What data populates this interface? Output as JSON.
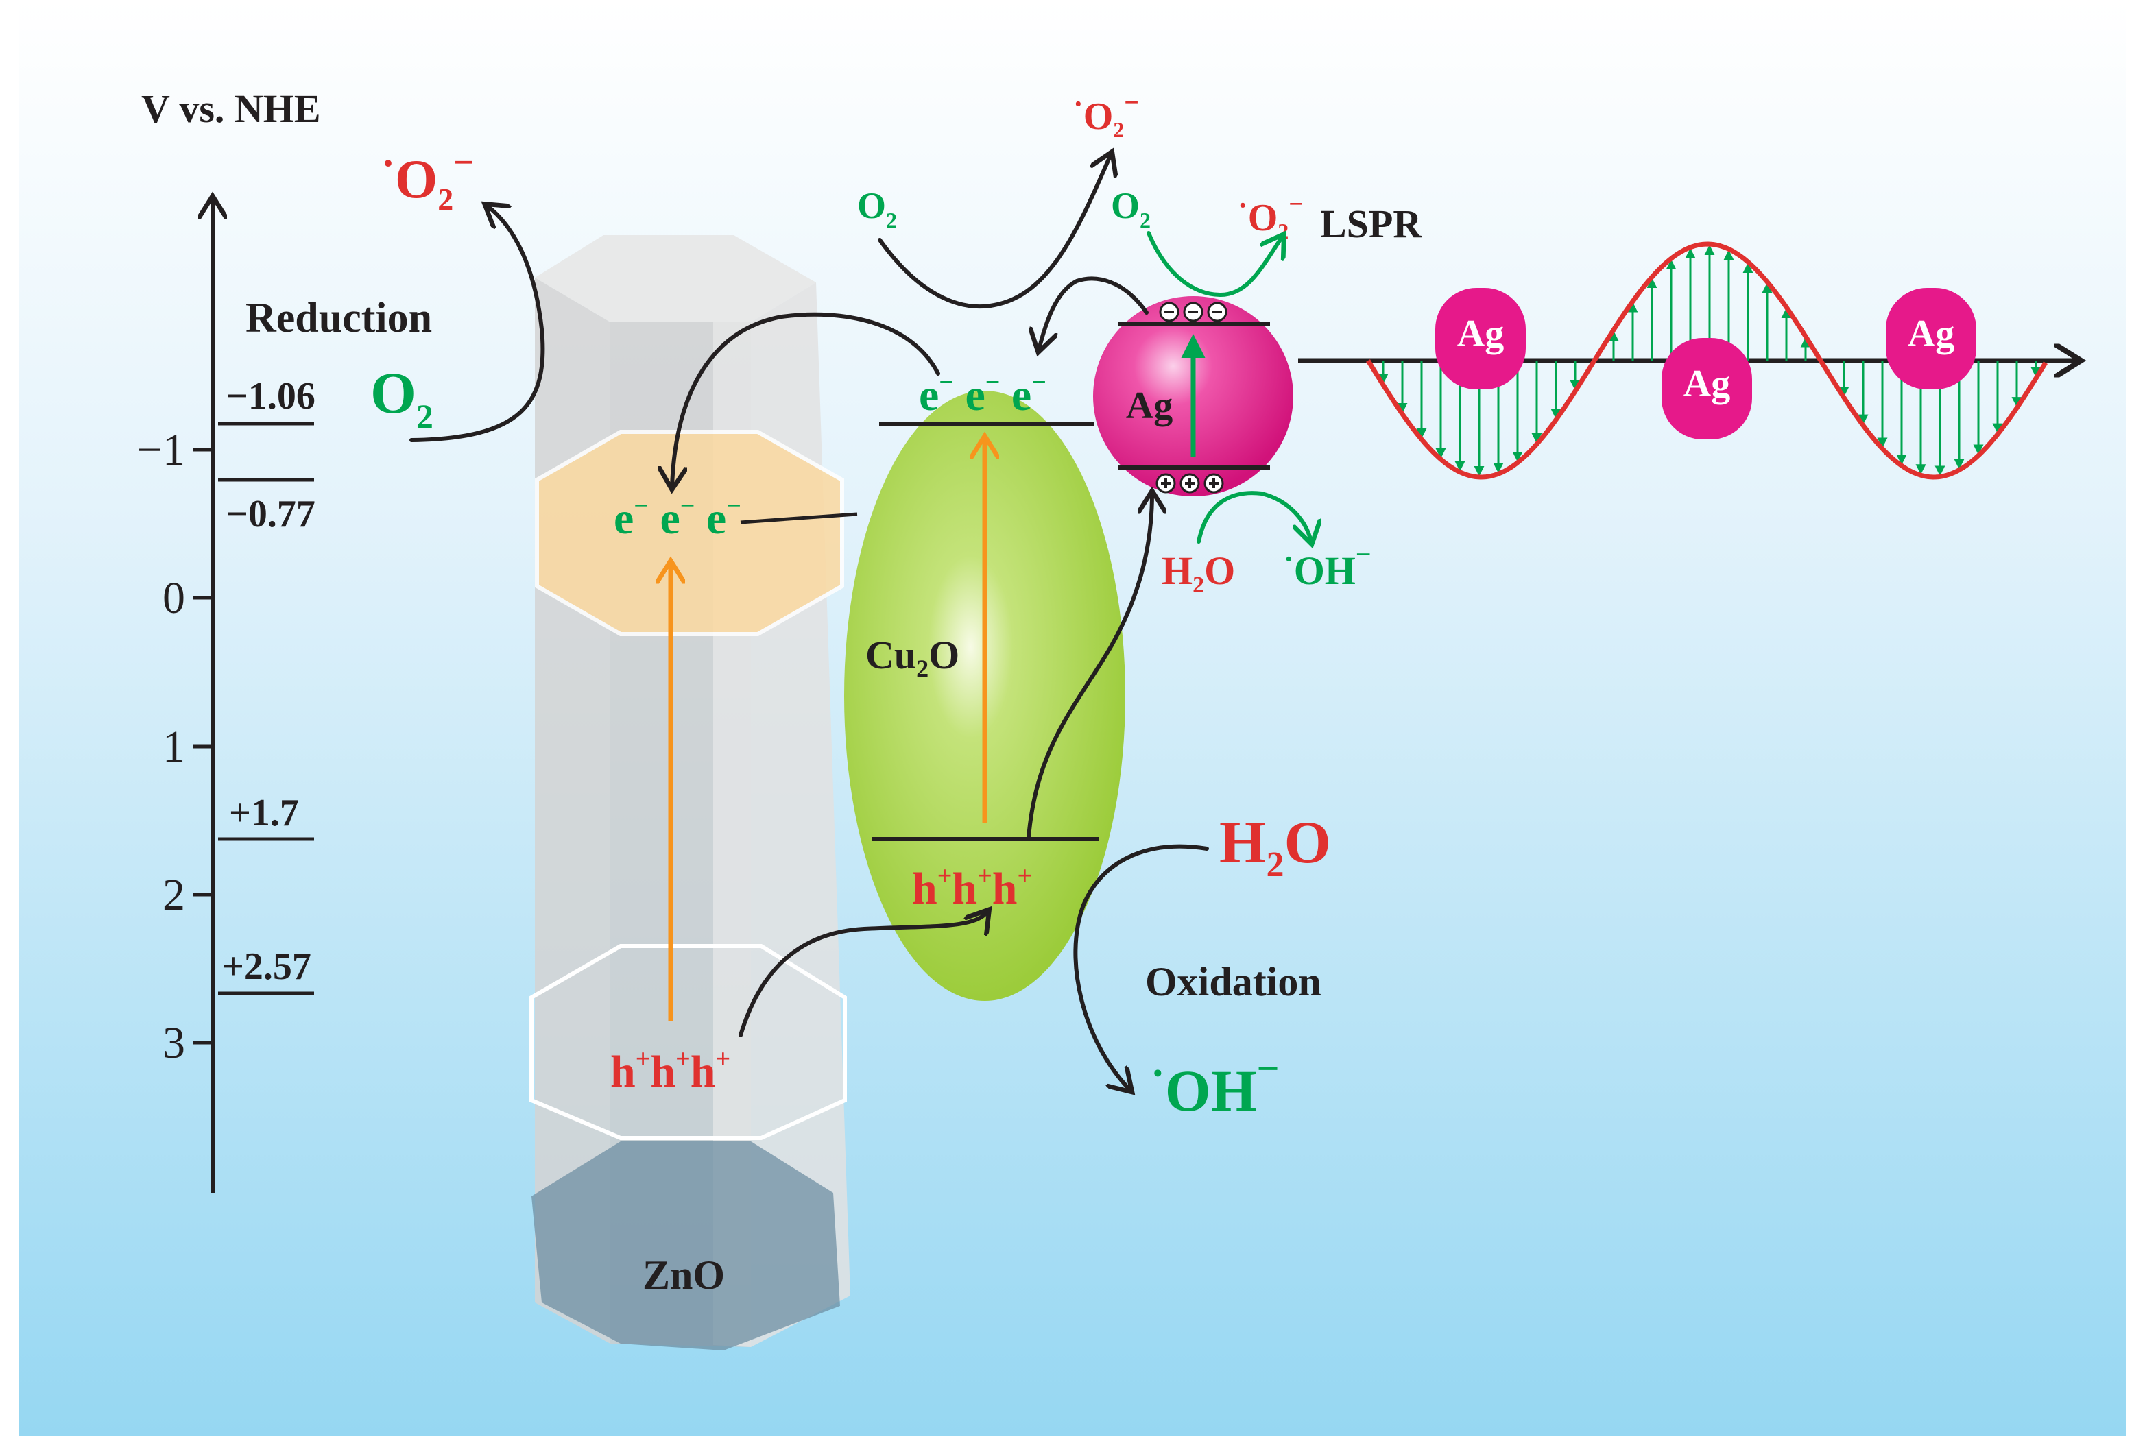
{
  "axis": {
    "title": "V vs. NHE",
    "ticks": [
      "−1",
      "0",
      "1",
      "2",
      "3"
    ],
    "levels": [
      "−1.06",
      "−0.77",
      "+1.7",
      "+2.57"
    ]
  },
  "labels": {
    "reduction": "Reduction",
    "oxidation": "Oxidation",
    "lspr": "LSPR",
    "zno": "ZnO",
    "cu2o_main": "Cu",
    "cu2o_sub": "2",
    "cu2o_tail": "O",
    "ag_particle": "Ag",
    "ag_wave": [
      "Ag",
      "Ag",
      "Ag"
    ]
  },
  "species": {
    "o2_big": {
      "main": "O",
      "sub": "2"
    },
    "o2_radical_big": {
      "dot": "·",
      "main": "O",
      "sub": "2",
      "sup": "−"
    },
    "o2_small_1": {
      "main": "O",
      "sub": "2"
    },
    "o2_small_2": {
      "main": "O",
      "sub": "2"
    },
    "o2_radical_top": {
      "dot": "·",
      "main": "O",
      "sub": "2",
      "sup": "−"
    },
    "o2_radical_right": {
      "dot": "·",
      "main": "O",
      "sub": "2",
      "sup": "−"
    },
    "h2o_big": {
      "main": "H",
      "sub": "2",
      "tail": "O"
    },
    "h2o_small": {
      "main": "H",
      "sub": "2",
      "tail": "O"
    },
    "oh_radical_big": {
      "dot": "·",
      "main": "OH",
      "sup": "−"
    },
    "oh_radical_small": {
      "dot": "·",
      "main": "OH",
      "sup": "−"
    }
  },
  "carriers": {
    "electron": "e",
    "electron_sup": "−",
    "hole": "h",
    "hole_sup": "+"
  },
  "colors": {
    "red": "#e0312f",
    "green": "#00a650",
    "orange": "#f7941d",
    "dark": "#231f20",
    "magenta": "#e6198a",
    "lime": "#9bcf3a"
  }
}
